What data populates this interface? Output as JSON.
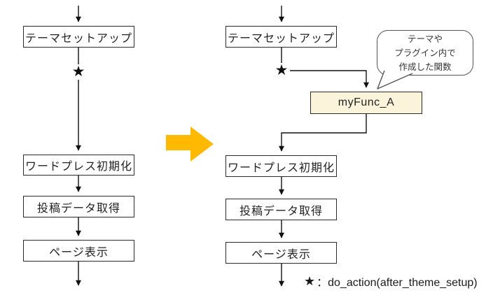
{
  "diagram": {
    "description_left_flow": {
      "boxes": [
        "テーマセットアップ",
        "ワードプレス初期化",
        "投稿データ取得",
        "ページ表示"
      ],
      "hook_marker": "★"
    },
    "right_flow": {
      "boxes": [
        "テーマセットアップ",
        "ワードプレス初期化",
        "投稿データ取得",
        "ページ表示"
      ],
      "hook_marker": "★",
      "func_box_label": "myFunc_A"
    },
    "callout": {
      "lines": [
        "テーマや",
        "プラグイン内で",
        "作成した関数"
      ]
    },
    "legend": {
      "marker": "★",
      "text": "：do_action(after_theme_setup)"
    },
    "colors": {
      "transform_arrow": "#FFB900",
      "func_box_fill": "#FBF4DB",
      "line": "#111111"
    }
  }
}
